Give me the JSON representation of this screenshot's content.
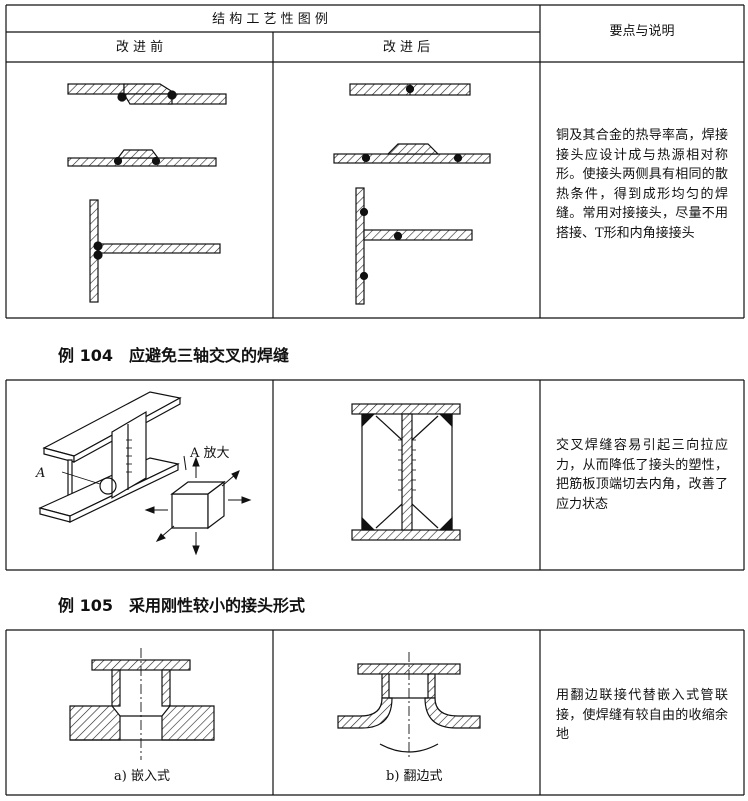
{
  "table1": {
    "header_main": "结 构 工 艺 性 图 例",
    "header_before": "改 进 前",
    "header_after": "改 进 后",
    "header_notes": "要点与说明",
    "description": "铜及其合金的热导率高，焊接接头应设计成与热源相对称形。使接头两侧具有相同的散热条件，得到成形均匀的焊缝。常用对接接头，尽量不用搭接、T形和内角接接头"
  },
  "example104": {
    "title": "例 104　应避免三轴交叉的焊缝",
    "label_a": "A",
    "label_a_zoom": "A 放大",
    "description": "交叉焊缝容易引起三向拉应力，从而降低了接头的塑性，把筋板顶端切去内角，改善了应力状态"
  },
  "example105": {
    "title": "例 105　采用刚性较小的接头形式",
    "caption_a": "a) 嵌入式",
    "caption_b": "b) 翻边式",
    "description": "用翻边联接代替嵌入式管联接，使焊缝有较自由的收缩余地"
  }
}
